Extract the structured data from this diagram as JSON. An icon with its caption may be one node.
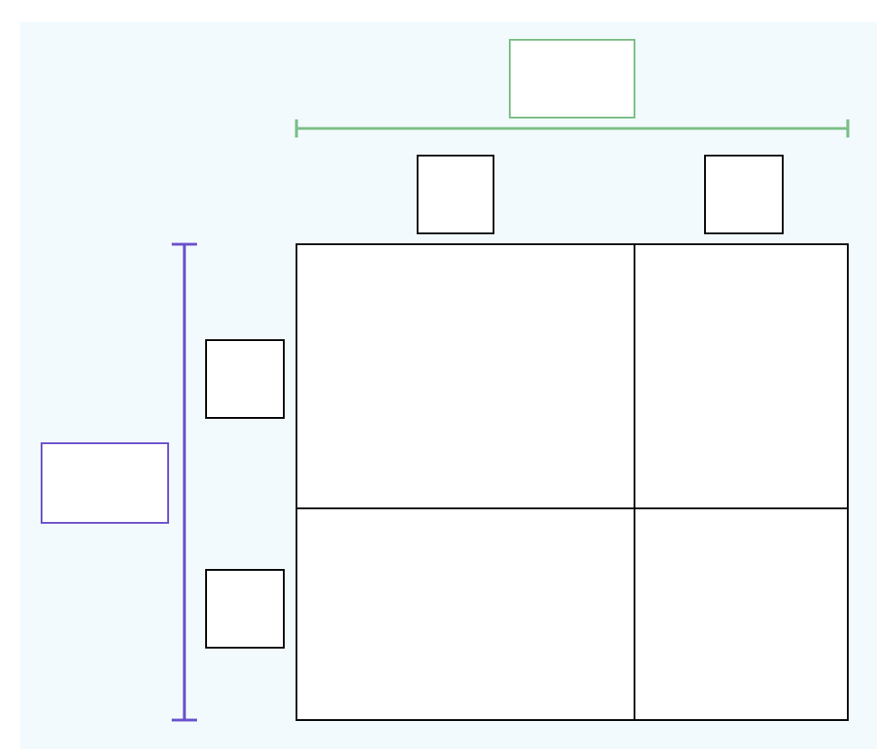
{
  "diagram": {
    "nodes": [
      {
        "text": [],
        "shape": "box"
      },
      {
        "text": [],
        "shape": "box"
      },
      {
        "text": [],
        "shape": "box"
      },
      {
        "text": [],
        "shape": "box"
      },
      {
        "text": [],
        "shape": "box"
      },
      {
        "text": [],
        "shape": "box"
      },
      {
        "text": [],
        "shape": "box"
      },
      {
        "text": [],
        "shape": "box"
      },
      {
        "text": [],
        "shape": "box"
      },
      {
        "text": [],
        "shape": "box"
      }
    ]
  }
}
